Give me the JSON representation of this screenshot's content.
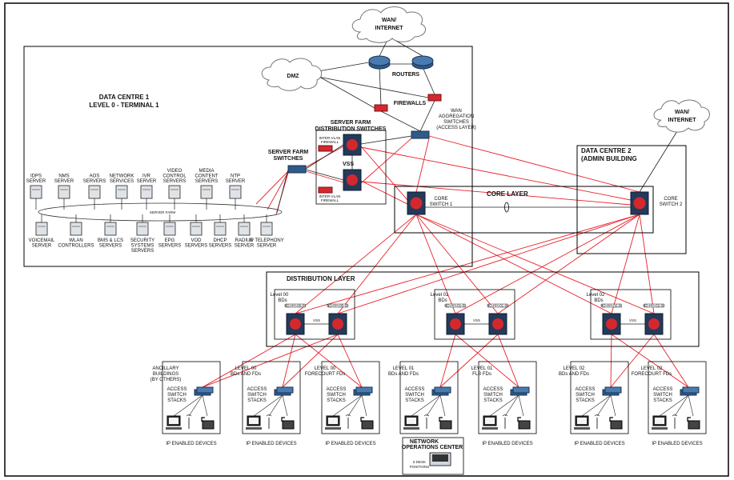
{
  "wan_top": [
    "WAN/",
    "INTERNET"
  ],
  "wan_right": [
    "WAN/",
    "INTERNET"
  ],
  "dmz": "DMZ",
  "routers": "ROUTERS",
  "firewalls": "FIREWALLS",
  "wan_agg": [
    "WAN",
    "AGGREGATION",
    "SWITCHES",
    "(ACCESS LAYER)"
  ],
  "dc1": [
    "DATA CENTRE 1",
    "LEVEL 0 - TERMINAL 1"
  ],
  "dc2": [
    "DATA CENTRE 2",
    "(ADMIN BUILDING"
  ],
  "sf_dist": [
    "SERVER FARM",
    "DISTRIBUTION SWITCHES"
  ],
  "vss": "VSS",
  "intervlan": [
    "INTER-VLAN",
    "FIREWALL"
  ],
  "sf_switches": [
    "SERVER FARM",
    "SWITCHES"
  ],
  "server_farm": "SERVER FARM",
  "servers_top": [
    {
      "lines": [
        "IDPS",
        "SERVER"
      ]
    },
    {
      "lines": [
        "NMS",
        "SERVER"
      ]
    },
    {
      "lines": [
        "AOS",
        "SERVERS"
      ]
    },
    {
      "lines": [
        "NETWORK",
        "SERVICES"
      ]
    },
    {
      "lines": [
        "IVR",
        "SERVER"
      ]
    },
    {
      "lines": [
        "VIDEO",
        "CONTROL",
        "SERVERS"
      ]
    },
    {
      "lines": [
        "MEDIA",
        "CONTENT",
        "SERVERS"
      ]
    },
    {
      "lines": [
        "NTP",
        "SERVER"
      ]
    }
  ],
  "servers_bottom": [
    {
      "lines": [
        "VOICEMAIL",
        "SERVER"
      ]
    },
    {
      "lines": [
        "WLAN",
        "CONTROLLERS"
      ]
    },
    {
      "lines": [
        "BMS & LCS",
        "SERVERS"
      ]
    },
    {
      "lines": [
        "SECURITY",
        "SYSTEMS",
        "SERVERS"
      ]
    },
    {
      "lines": [
        "EPG",
        "SERVERS"
      ]
    },
    {
      "lines": [
        "VOD",
        "SERVERS"
      ]
    },
    {
      "lines": [
        "DHCP",
        "SERVERS"
      ]
    },
    {
      "lines": [
        "RADIUS",
        "SERVER"
      ]
    },
    {
      "lines": [
        "IP TELEPHONY",
        "SERVER"
      ]
    }
  ],
  "core_layer": "CORE LAYER",
  "core1": [
    "CORE",
    "SWITCH 1"
  ],
  "core2": [
    "CORE",
    "SWITCH 2"
  ],
  "distribution_layer": "DISTRIBUTION LAYER",
  "dist_groups": [
    {
      "lines": [
        "Level 00",
        "BDs"
      ],
      "sw": [
        "BD-HH-00-01",
        "BD-HH-00-02"
      ]
    },
    {
      "lines": [
        "Level 01",
        "BDs"
      ],
      "sw": [
        "BD-HH-01-01",
        "BD-HH-01-02"
      ]
    },
    {
      "lines": [
        "Level 02",
        "BDs"
      ],
      "sw": [
        "BD-HH-02-01",
        "BD-HH-02-02"
      ]
    }
  ],
  "access_boxes": [
    {
      "lines": [
        "ANCILLARY",
        "BUILDINGS",
        "(BY OTHERS)"
      ]
    },
    {
      "lines": [
        "LEVEL 00",
        "BDs AND FDs"
      ]
    },
    {
      "lines": [
        "LEVEL 00",
        "FORECOURT FDs"
      ]
    },
    {
      "lines": [
        "LEVEL 01",
        "BDs AND FDs"
      ]
    },
    {
      "lines": [
        "LEVEL 01",
        "FLB FDs"
      ]
    },
    {
      "lines": [
        "LEVEL 02",
        "BDs AND FDs"
      ]
    },
    {
      "lines": [
        "LEVEL 02",
        "FORECOURT FDs"
      ]
    }
  ],
  "access_stack": [
    "ACCESS",
    "SWITCH",
    "STACKS"
  ],
  "ip_devices": "IP ENABLED DEVICES",
  "noc": [
    "NETWORK",
    "OPERATIONS CENTER"
  ],
  "noc_desk": [
    "6 DESK",
    "POSITIONS"
  ],
  "colors": {
    "link": "#e8202a",
    "lan": "#222222",
    "router": "#2f5b8a",
    "core": "#243a5a",
    "firewall": "#d4282e"
  }
}
